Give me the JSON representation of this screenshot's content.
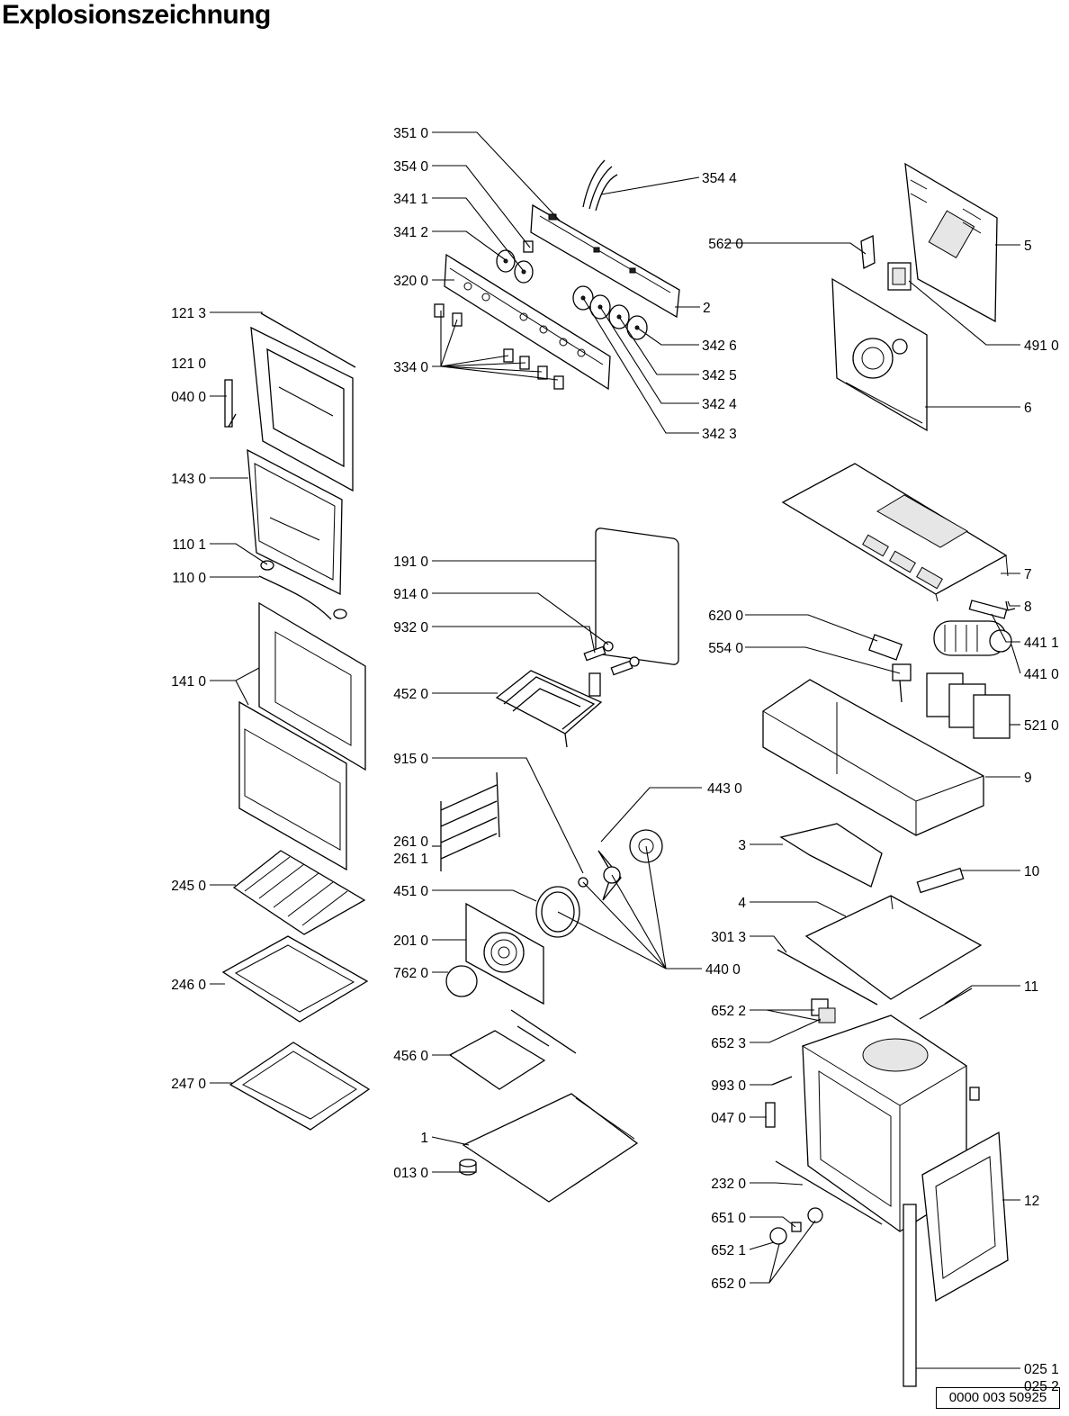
{
  "title": "Explosionszeichnung",
  "document_number": "0000 003 50925",
  "callouts": [
    {
      "id": "c-3510",
      "label": "351 0"
    },
    {
      "id": "c-3540",
      "label": "354 0"
    },
    {
      "id": "c-3544",
      "label": "354 4"
    },
    {
      "id": "c-3411",
      "label": "341 1"
    },
    {
      "id": "c-3412",
      "label": "341 2"
    },
    {
      "id": "c-3200",
      "label": "320 0"
    },
    {
      "id": "c-2",
      "label": "2"
    },
    {
      "id": "c-3426",
      "label": "342 6"
    },
    {
      "id": "c-3425",
      "label": "342 5"
    },
    {
      "id": "c-3424",
      "label": "342 4"
    },
    {
      "id": "c-3423",
      "label": "342 3"
    },
    {
      "id": "c-3340",
      "label": "334 0"
    },
    {
      "id": "c-5620",
      "label": "562 0"
    },
    {
      "id": "c-5",
      "label": "5"
    },
    {
      "id": "c-4910",
      "label": "491 0"
    },
    {
      "id": "c-6",
      "label": "6"
    },
    {
      "id": "c-1213",
      "label": "121 3"
    },
    {
      "id": "c-1210",
      "label": "121 0"
    },
    {
      "id": "c-0400",
      "label": "040 0"
    },
    {
      "id": "c-1430",
      "label": "143 0"
    },
    {
      "id": "c-1101",
      "label": "110 1"
    },
    {
      "id": "c-1100",
      "label": "110 0"
    },
    {
      "id": "c-1410",
      "label": "141 0"
    },
    {
      "id": "c-1910",
      "label": "191 0"
    },
    {
      "id": "c-9140",
      "label": "914 0"
    },
    {
      "id": "c-9320",
      "label": "932 0"
    },
    {
      "id": "c-4520",
      "label": "452 0"
    },
    {
      "id": "c-7",
      "label": "7"
    },
    {
      "id": "c-8",
      "label": "8"
    },
    {
      "id": "c-6200",
      "label": "620 0"
    },
    {
      "id": "c-4411",
      "label": "441 1"
    },
    {
      "id": "c-5540",
      "label": "554 0"
    },
    {
      "id": "c-4410",
      "label": "441 0"
    },
    {
      "id": "c-5210",
      "label": "521 0"
    },
    {
      "id": "c-9150",
      "label": "915 0"
    },
    {
      "id": "c-9",
      "label": "9"
    },
    {
      "id": "c-4430",
      "label": "443 0"
    },
    {
      "id": "c-2610",
      "label": "261 0"
    },
    {
      "id": "c-2611",
      "label": "261 1"
    },
    {
      "id": "c-3",
      "label": "3"
    },
    {
      "id": "c-2450",
      "label": "245 0"
    },
    {
      "id": "c-4510",
      "label": "451 0"
    },
    {
      "id": "c-10",
      "label": "10"
    },
    {
      "id": "c-4",
      "label": "4"
    },
    {
      "id": "c-2010",
      "label": "201 0"
    },
    {
      "id": "c-3013",
      "label": "301 3"
    },
    {
      "id": "c-7620",
      "label": "762 0"
    },
    {
      "id": "c-4400",
      "label": "440 0"
    },
    {
      "id": "c-2460",
      "label": "246 0"
    },
    {
      "id": "c-11",
      "label": "11"
    },
    {
      "id": "c-6522",
      "label": "652 2"
    },
    {
      "id": "c-6523",
      "label": "652 3"
    },
    {
      "id": "c-4560",
      "label": "456 0"
    },
    {
      "id": "c-2470",
      "label": "247 0"
    },
    {
      "id": "c-9930",
      "label": "993 0"
    },
    {
      "id": "c-0470",
      "label": "047 0"
    },
    {
      "id": "c-1",
      "label": "1"
    },
    {
      "id": "c-0130",
      "label": "013 0"
    },
    {
      "id": "c-2320",
      "label": "232 0"
    },
    {
      "id": "c-12",
      "label": "12"
    },
    {
      "id": "c-6510",
      "label": "651 0"
    },
    {
      "id": "c-6521",
      "label": "652 1"
    },
    {
      "id": "c-6520",
      "label": "652 0"
    },
    {
      "id": "c-0251",
      "label": "025 1"
    },
    {
      "id": "c-0252",
      "label": "025 2"
    }
  ]
}
